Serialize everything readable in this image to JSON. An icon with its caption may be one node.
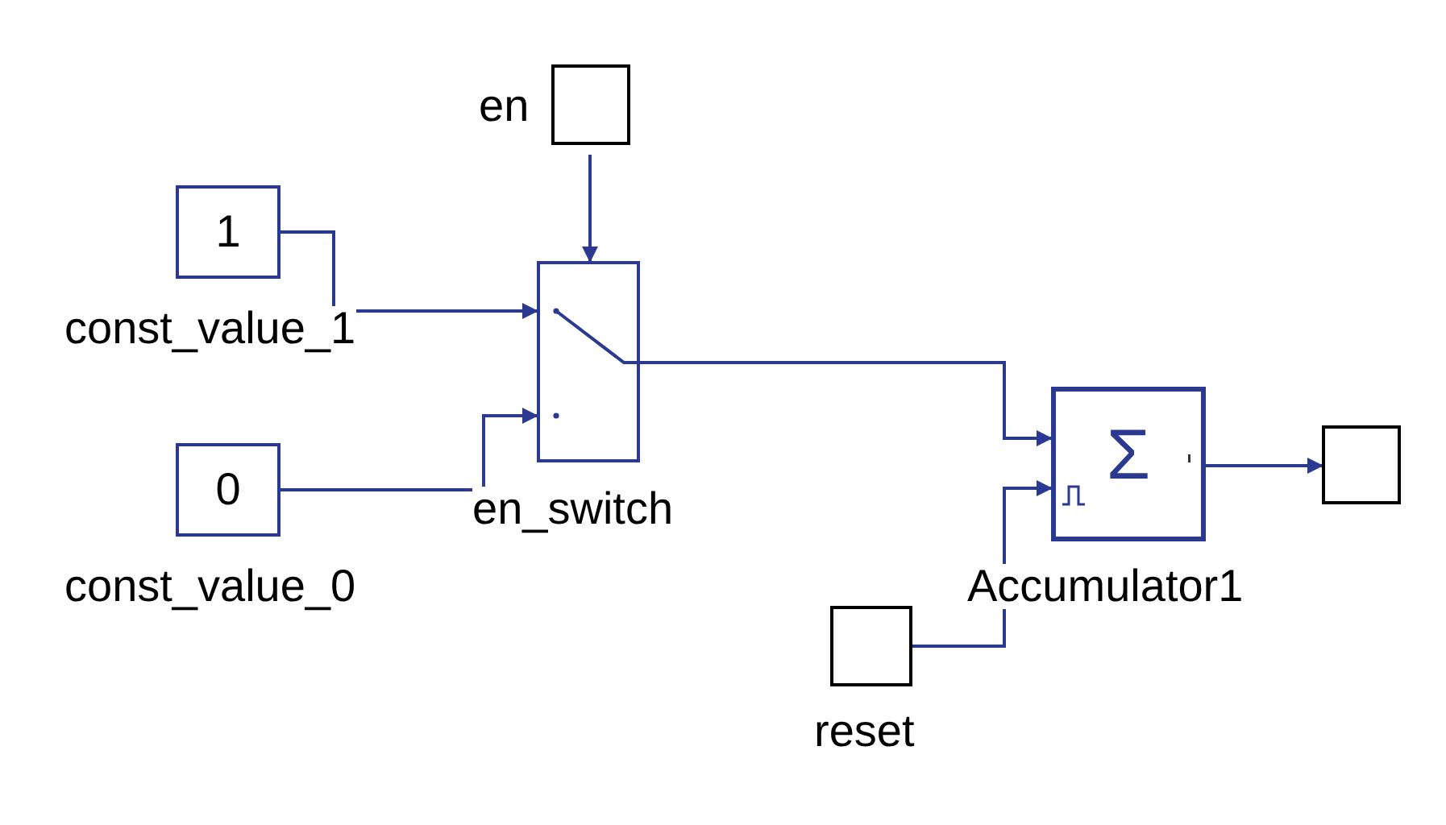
{
  "diagram": {
    "nodes": [
      {
        "text": [
          "1"
        ],
        "beside": [
          "const_value_1"
        ]
      },
      {
        "text": [
          "0"
        ],
        "beside": [
          "const_value_0"
        ]
      },
      {
        "text": [],
        "shape": "box",
        "beside": [
          "en"
        ]
      },
      {
        "text": [],
        "shape": "box",
        "beside": [
          "en_switch"
        ]
      },
      {
        "text": [
          "Σ"
        ],
        "beside": [
          "Accumulator1"
        ]
      },
      {
        "text": [],
        "shape": "box"
      },
      {
        "text": [],
        "shape": "box",
        "beside": [
          "reset"
        ]
      }
    ],
    "edges": [
      {
        "from": 0,
        "to": 3,
        "arrow": "to"
      },
      {
        "from": 1,
        "to": 3,
        "arrow": "to"
      },
      {
        "from": 2,
        "to": 3,
        "arrow": "to"
      },
      {
        "from": 3,
        "to": 4,
        "arrow": "to"
      },
      {
        "from": 6,
        "to": 4,
        "arrow": "to"
      },
      {
        "from": 4,
        "to": 5,
        "arrow": "to"
      }
    ]
  }
}
